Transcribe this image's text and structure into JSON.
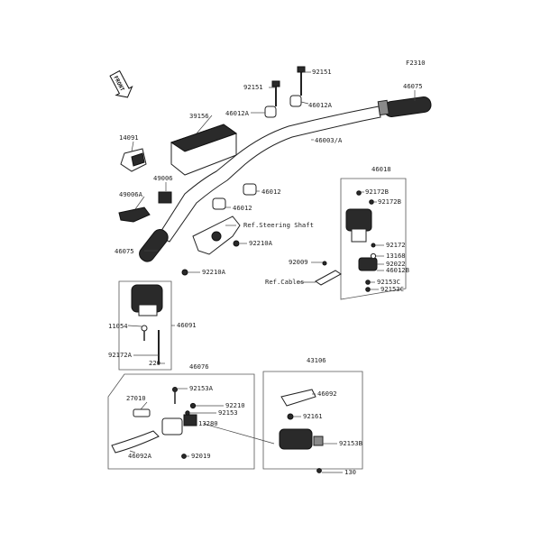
{
  "figure_code": "F2310",
  "front_label": "FRONT",
  "labels": {
    "p92151_top": "92151",
    "p92151_left": "92151",
    "p46012A_left": "46012A",
    "p46012A_right": "46012A",
    "p39156": "39156",
    "p46075_right": "46075",
    "p46003A": "46003/A",
    "p14091": "14091",
    "p49006": "49006",
    "p49006A": "49006A",
    "p46012_upper": "46012",
    "p46012_lower": "46012",
    "ref_steering": "Ref.Steering Shaft",
    "p92210A_right": "92210A",
    "p46075_left": "46075",
    "p92210A_left": "92210A",
    "p46018": "46018",
    "p92172B_1": "92172B",
    "p92172B_2": "92172B",
    "p92172": "92172",
    "p13168": "13168",
    "p92022": "92022",
    "p46012B": "46012B",
    "p92153C_1": "92153C",
    "p92153C_2": "92153C",
    "p92009": "92009",
    "ref_cables": "Ref.Cables",
    "p11054": "11054",
    "p46091": "46091",
    "p92172A": "92172A",
    "p220": "220",
    "p46076": "46076",
    "p92153A": "92153A",
    "p27010": "27010",
    "p92210": "92210",
    "p92153": "92153",
    "p13280": "13280",
    "p46092A": "46092A",
    "p92019": "92019",
    "p43106": "43106",
    "p46092": "46092",
    "p92161": "92161",
    "p92153B": "92153B",
    "p130": "130"
  }
}
